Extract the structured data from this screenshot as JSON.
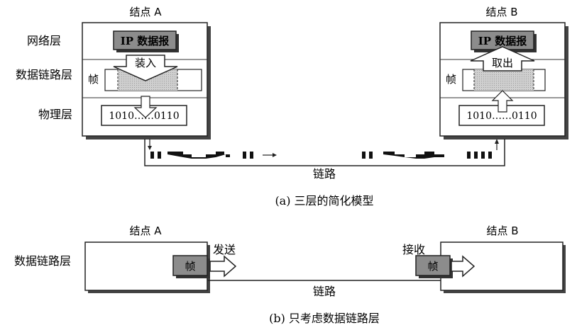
{
  "part_a": {
    "caption": "(a) 三层的简化模型",
    "node_a": {
      "title": "结点 A",
      "layers": [
        "网络层",
        "数据链路层",
        "物理层"
      ],
      "packet": "IP 数据报",
      "action": "装入",
      "frame": "帧",
      "bits": "1010……0110"
    },
    "node_b": {
      "title": "结点 B",
      "packet": "IP 数据报",
      "action": "取出",
      "frame": "帧",
      "bits": "1010……0110"
    },
    "link": "链路"
  },
  "part_b": {
    "caption": "(b) 只考虑数据链路层",
    "node_a": {
      "title": "结点 A",
      "layer": "数据链路层",
      "frame": "帧",
      "action": "发送"
    },
    "node_b": {
      "title": "结点 B",
      "frame": "帧",
      "action": "接收"
    },
    "link": "链路"
  }
}
